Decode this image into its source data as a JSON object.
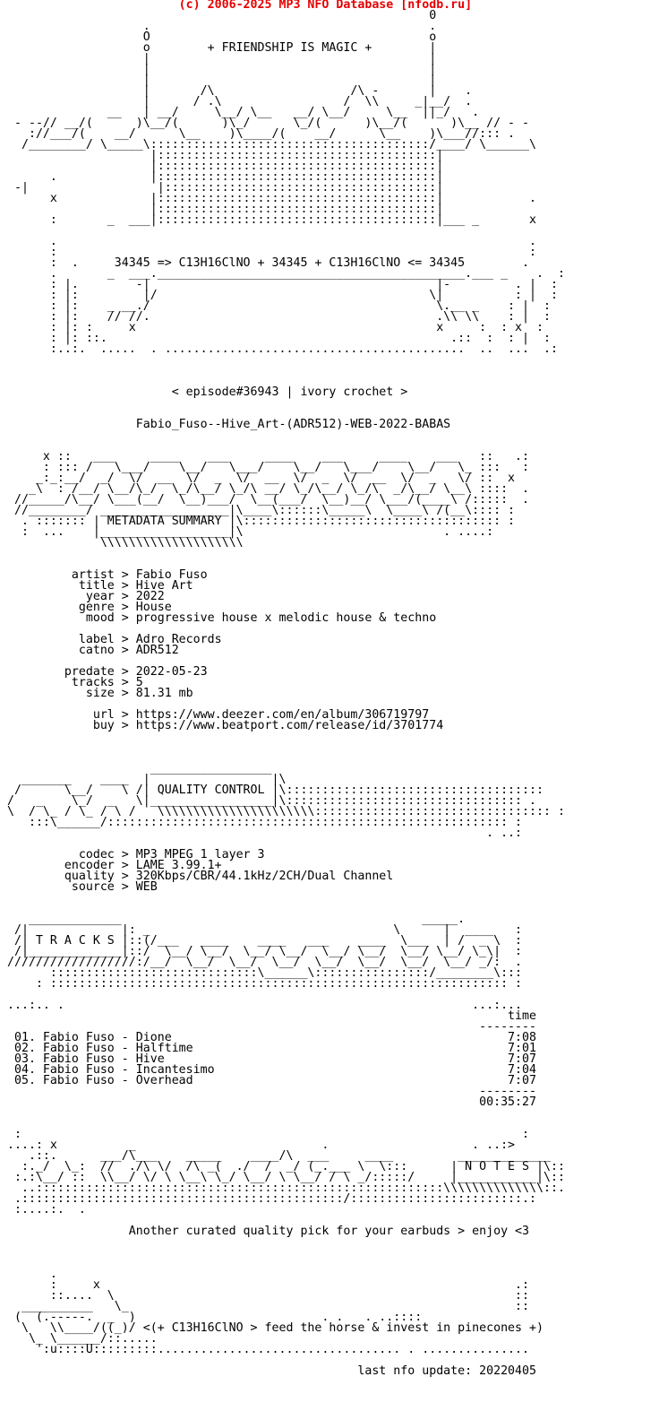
{
  "site": {
    "accent_color": "#e60000",
    "text_color": "#000000",
    "background_color": "#ffffff"
  },
  "header": {
    "text": "                        (c) 2006-2025 MP3 NFO Database [nfodb.ru]"
  },
  "ascii_banner_titles": [
    "METADATA SUMMARY",
    "QUALITY CONTROL",
    "T R A C K S",
    "N O T E S"
  ],
  "slogan": "+ FRIENDSHIP IS MAGIC +",
  "formula_line": "34345 => C13H16ClNO + 34345 + C13H16ClNO <= 34345",
  "episode_line": "< episode#36943 | ivory crochet >",
  "release_name": "Fabio_Fuso--Hive_Art-(ADR512)-WEB-2022-BABAS",
  "release": {
    "artist": "Fabio Fuso",
    "title": "Hive Art",
    "year": "2022",
    "genre": "House",
    "mood": "progressive house x melodic house & techno",
    "label": "Adro Records",
    "catno": "ADR512",
    "predate": "2022-05-23",
    "tracks": "5",
    "size": "81.31 mb",
    "url": "https://www.deezer.com/en/album/306719797",
    "buy": "https://www.beatport.com/release/id/3701774",
    "codec": "MP3 MPEG 1 layer 3",
    "encoder": "LAME 3.99.1+",
    "quality": "320Kbps/CBR/44.1kHz/2CH/Dual Channel",
    "source": "WEB"
  },
  "tracklist": {
    "time_header": "time",
    "tracks": [
      {
        "no": "01",
        "artist": "Fabio Fuso",
        "title": "Dione",
        "time": "7:08"
      },
      {
        "no": "02",
        "artist": "Fabio Fuso",
        "title": "Halftime",
        "time": "7:01"
      },
      {
        "no": "03",
        "artist": "Fabio Fuso",
        "title": "Hive",
        "time": "7:07"
      },
      {
        "no": "04",
        "artist": "Fabio Fuso",
        "title": "Incantesimo",
        "time": "7:04"
      },
      {
        "no": "05",
        "artist": "Fabio Fuso",
        "title": "Overhead",
        "time": "7:07"
      }
    ],
    "total_time": "00:35:27"
  },
  "notes_line": "Another curated quality pick for your earbuds > enjoy <3",
  "footer_line": "<(+ C13H16ClNO > feed the horse & invest in pinecones +)",
  "last_update": "last nfo update: 20220405",
  "nfo": {
    "lines": [
      "                                                           0",
      "                   .                                       .",
      "                   O                                       o",
      "                   o        + FRIENDSHIP IS MAGIC +        |",
      "                   |                                       |",
      "                   |                                       |",
      "                   |                                       |",
      "                   |       /\\                   /\\ -       |    .",
      "                   |      / .\\                 /  \\\\     _|__/  .",
      "              __   | __/     \\__/ \\__   __/ \\__/     \\__  ||_/   .",
      " - --// __/(      )\\__/(      )\\_/      \\_/(      )\\__/(      )\\__ // - -",
      "   ://___/(    __/      \\__    )\\____/(    __/      \\__    )\\___//::: .",
      "  /________/ \\_____\\:::::::::::::::::::::::::::::::::::::::/____/ \\______\\",
      "                    |:::::::::::::::::::::::::::::::::::::::|",
      "                    |:::::::::::::::::::::::::::::::::::::::|",
      "      .             |:::::::::::::::::::::::::::::::::::::::|",
      " -|                  |::::::::::::::::::::::::::::::::::::::|",
      "      x             |:::::::::::::::::::::::::::::::::::::::|            .",
      "                    |:::::::::::::::::::::::::::::::::::::::|",
      "      :       _  ___|:::::::::::::::::::::::::::::::::::::::|___ _       x",
      "",
      "      .                                                                  .",
      "      :                                                                  :",
      "      :  .     34345 => C13H16ClNO + 34345 + C13H16ClNO <= 34345        .",
      "      .       _  ___.___________________________________________.___ _    .  :",
      "      : |.        -|                                        |-         . |  :",
      "      : |:         |/                                      \\|          : |  :",
      "      : |:    _ __./                                        \\.__ _    : |  :",
      "      : |:    // //.                                        .\\\\ \\\\    : |  :",
      "      : |: :     x                                          x     :  : x  :",
      "      : |: ::.                                                .::  :  : |  :",
      "      :..:.  .....  . ..........................................  ..  ...  .:",
      "",
      "",
      "",
      "                       < episode#36943 | ivory crochet >",
      "",
      "",
      "                  Fabio_Fuso--Hive_Art-(ADR512)-WEB-2022-BABAS",
      "",
      "",
      "     x ::   ___     ____    ___     ____    ___     ____    ___   ::   .:",
      "     : ::: /   \\___/    \\__/   \\___/    \\__/   \\___/    \\__/   \\_ :::   :",
      "    _:_:__/  _/  \\/  __  \\/  _  \\/  __  \\/  _  \\/  __  \\/  _   \\/ ::  x",
      "   _\\  : /__/ \\__/\\_/  \\_/\\__/ \\_/\\ __/ \\_/\\__/ \\_/\\  _/\\__/ \\__\\ ::::  .",
      " //_____/\\__/ \\___(__/  \\__)___/  \\__(___/  \\__)__/ \\___/(____\\ /:::::  .",
      " //________/ __________________|\\____\\::::::\\_____\\  \\____\\ /(__\\:::: :",
      "  . ::::::: | METADATA SUMMARY |\\:::::::::::::::::::::::::::::::::::: :",
      "  :  ...    |__________________|\\                            . ....:",
      "             \\\\\\\\\\\\\\\\\\\\\\\\\\\\\\\\\\\\\\\\",
      "",
      "",
      "         artist > Fabio Fuso",
      "          title > Hive Art",
      "           year > 2022",
      "          genre > House",
      "           mood > progressive house x melodic house & techno",
      "",
      "          label > Adro Records",
      "          catno > ADR512",
      "",
      "        predate > 2022-05-23",
      "         tracks > 5",
      "           size > 81.31 mb",
      "",
      "            url > https://www.deezer.com/en/album/306719797",
      "            buy > https://www.beatport.com/release/id/3701774",
      "",
      "",
      "",
      "                    _________________",
      "  _______    ____  |                 |\\",
      " /      \\__/    \\ /| QUALITY CONTROL |\\::::::::::::::::::::::::::::::::::::",
      "/   _    \\_/  _   \\|_________________|\\::::::::::::::::::::::::::::::::: .",
      "\\  / \\_ / \\_ / \\ /   \\\\\\\\\\\\\\\\\\\\\\\\\\\\\\\\\\\\\\\\\\\\::::::::::::::::::::::::::::::::: :",
      "   :::\\______/:::::::::::::::::::::::::::::::::::::::::::::::::::::::: :",
      "                                                                   . ..:",
      "",
      "          codec > MP3 MPEG 1 layer 3",
      "        encoder > LAME 3.99.1+",
      "        quality > 320Kbps/CBR/44.1kHz/2CH/Dual Channel",
      "         source > WEB",
      "",
      "",
      "   _____________                                          _____.",
      " /|             |: _                                  \\      |  ____   :",
      " /| T R A C K S |::(/___   ____    ____   ___    ____  \\___  | /  _ \\  :",
      " /|_____________|::/  \\__/ \\__/  \\__/ \\__/  \\__/ \\__/  \\__/ \\__/ \\_\\|  :",
      "//////////////////:/__/  \\__/  \\__/  \\__/  \\__/  \\__/  \\__/  \\__/ _/:  .",
      "      :::::::::::::::::::::::::::::\\______\\::::::::::::::::/________\\:::",
      "    : :::::::::::::::::::::::::::::::::::::::::::::::::::::::::::::::: :",
      "",
      "...:.. .                                                         ...:...",
      "                                                                      time",
      "                                                                  --------",
      " 01. Fabio Fuso - Dione                                               7:08",
      " 02. Fabio Fuso - Halftime                                            7:01",
      " 03. Fabio Fuso - Hive                                                7:07",
      " 04. Fabio Fuso - Incantesimo                                         7:04",
      " 05. Fabio Fuso - Overhead                                            7:07",
      "                                                                  --------",
      "                                                                  00:35:27",
      "",
      "",
      " :                                                                      :",
      "....: x          _                          .                    . ..:>",
      "   .::.      ___/\\___    _____    ____/\\  ___     ____         _____________",
      "  :._/  \\_:  //  ./\\ \\/  /\\ _(  ./  /  _/ (_.___ \\  \\:::      | N O T E S |\\::",
      " :.:\\__/ ::  \\\\__/ \\/ \\ \\__\\ \\_/ \\__/ \\ \\__/ / \\ _/:::::/     |___________|\\::",
      "  ..:::::::::::::::::::::::::::::::::::::::::::::::::::::::::\\\\\\\\\\\\\\\\\\\\\\\\\\\\::.",
      " .:::::::::::::::::::::::::::::::::::::::::::::/::::::::::::::::::::::::.:",
      " :....:.  .",
      "",
      "                 Another curated quality pick for your earbuds > enjoy <3",
      "",
      "",
      "",
      "      .",
      "      :     x                                                          .:",
      "      ::....  \\                                                        ::",
      "  __________   \\_                                                      ::",
      " (  (.-----.  _  )                          . .   . ..::::",
      "  \\   \\\\____/((_)/ <(+ C13H16ClNO > feed the horse & invest in pinecones +)",
      "   \\_ \\______/::.....",
      "    ':u::::U:::::::::.................................. . ...............",
      "",
      "                                                 last nfo update: 20220405",
      "",
      "",
      "",
      ""
    ]
  }
}
